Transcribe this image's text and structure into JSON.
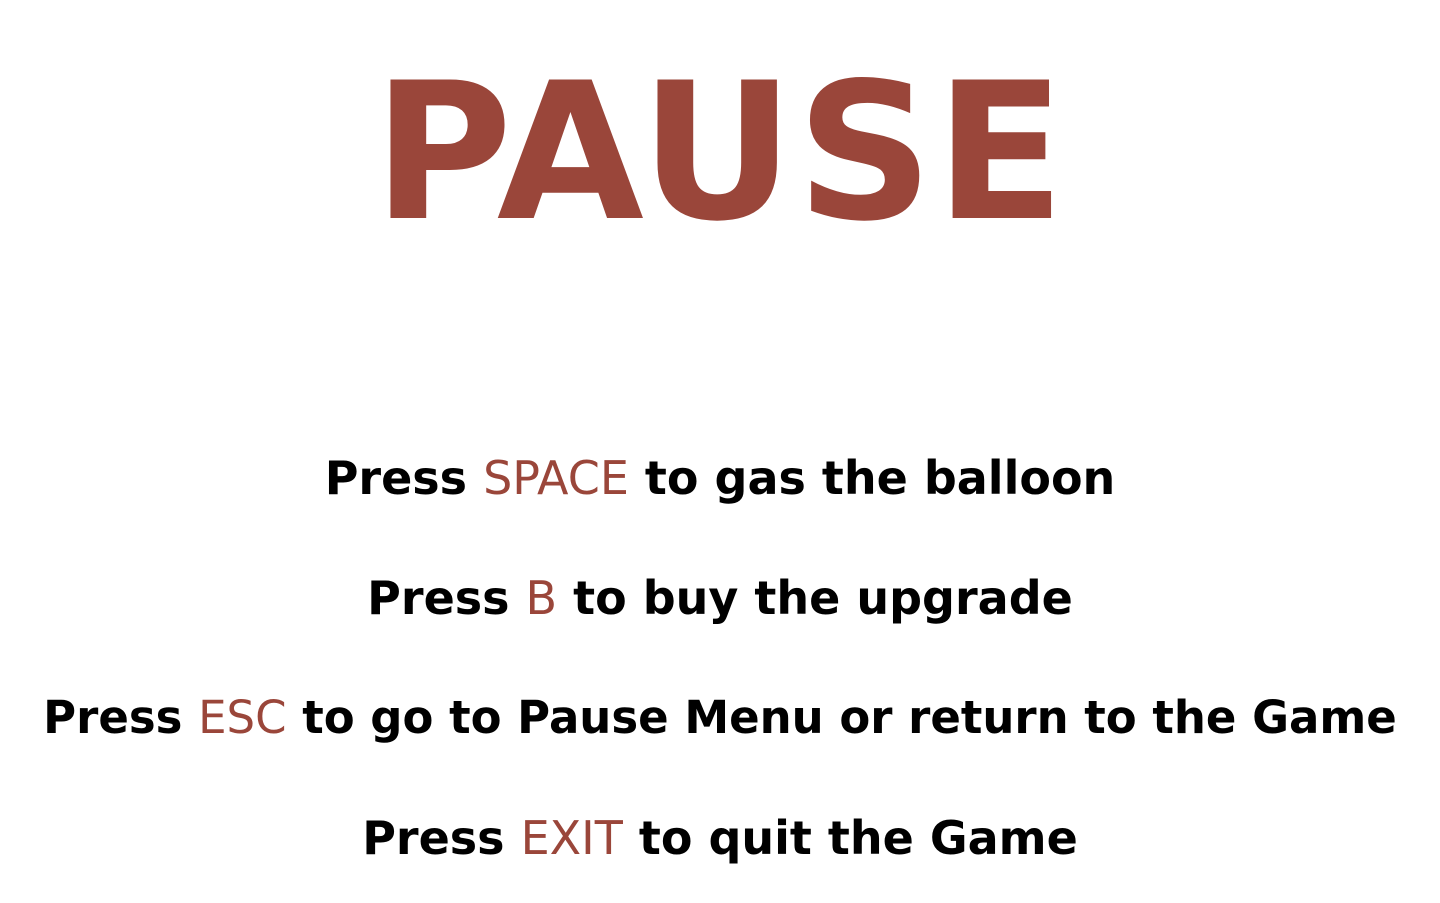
{
  "colors": {
    "accent": "#9a463a",
    "text": "#000000",
    "background": "#ffffff"
  },
  "title": "PAUSE",
  "instructions": [
    {
      "prefix": "Press",
      "key": "SPACE",
      "suffix": "to gas the balloon"
    },
    {
      "prefix": "Press",
      "key": "B",
      "suffix": "to buy the upgrade"
    },
    {
      "prefix": "Press",
      "key": "ESC",
      "suffix": "to go to Pause Menu or return to the Game"
    },
    {
      "prefix": "Press",
      "key": "EXIT",
      "suffix": "to quit the Game"
    }
  ]
}
